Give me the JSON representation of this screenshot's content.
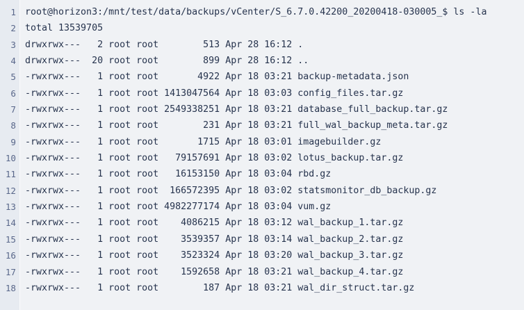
{
  "terminal": {
    "colors": {
      "background": "#f0f2f5",
      "gutter_background": "#e7ebf1",
      "text": "#26334d",
      "line_number": "#59678a",
      "gutter_border": "#fafbfc"
    },
    "prompt": {
      "user": "root",
      "host": "horizon3",
      "path": "/mnt/test/data/backups/vCenter/S_6.7.0.42200_20200418-030005_",
      "symbol": "$",
      "command": "ls -la",
      "full_text": "root@horizon3:/mnt/test/data/backups/vCenter/S_6.7.0.42200_20200418-030005_$ ls -la"
    },
    "total_line": "total 13539705",
    "listing": [
      {
        "permissions": "drwxrwx---",
        "links": "2",
        "owner": "root",
        "group": "root",
        "size": "513",
        "date": "Apr 28 16:12",
        "name": "."
      },
      {
        "permissions": "drwxrwx---",
        "links": "20",
        "owner": "root",
        "group": "root",
        "size": "899",
        "date": "Apr 28 16:12",
        "name": ".."
      },
      {
        "permissions": "-rwxrwx---",
        "links": "1",
        "owner": "root",
        "group": "root",
        "size": "4922",
        "date": "Apr 18 03:21",
        "name": "backup-metadata.json"
      },
      {
        "permissions": "-rwxrwx---",
        "links": "1",
        "owner": "root",
        "group": "root",
        "size": "1413047564",
        "date": "Apr 18 03:03",
        "name": "config_files.tar.gz"
      },
      {
        "permissions": "-rwxrwx---",
        "links": "1",
        "owner": "root",
        "group": "root",
        "size": "2549338251",
        "date": "Apr 18 03:21",
        "name": "database_full_backup.tar.gz"
      },
      {
        "permissions": "-rwxrwx---",
        "links": "1",
        "owner": "root",
        "group": "root",
        "size": "231",
        "date": "Apr 18 03:21",
        "name": "full_wal_backup_meta.tar.gz"
      },
      {
        "permissions": "-rwxrwx---",
        "links": "1",
        "owner": "root",
        "group": "root",
        "size": "1715",
        "date": "Apr 18 03:01",
        "name": "imagebuilder.gz"
      },
      {
        "permissions": "-rwxrwx---",
        "links": "1",
        "owner": "root",
        "group": "root",
        "size": "79157691",
        "date": "Apr 18 03:02",
        "name": "lotus_backup.tar.gz"
      },
      {
        "permissions": "-rwxrwx---",
        "links": "1",
        "owner": "root",
        "group": "root",
        "size": "16153150",
        "date": "Apr 18 03:04",
        "name": "rbd.gz"
      },
      {
        "permissions": "-rwxrwx---",
        "links": "1",
        "owner": "root",
        "group": "root",
        "size": "166572395",
        "date": "Apr 18 03:02",
        "name": "statsmonitor_db_backup.gz"
      },
      {
        "permissions": "-rwxrwx---",
        "links": "1",
        "owner": "root",
        "group": "root",
        "size": "4982277174",
        "date": "Apr 18 03:04",
        "name": "vum.gz"
      },
      {
        "permissions": "-rwxrwx---",
        "links": "1",
        "owner": "root",
        "group": "root",
        "size": "4086215",
        "date": "Apr 18 03:12",
        "name": "wal_backup_1.tar.gz"
      },
      {
        "permissions": "-rwxrwx---",
        "links": "1",
        "owner": "root",
        "group": "root",
        "size": "3539357",
        "date": "Apr 18 03:14",
        "name": "wal_backup_2.tar.gz"
      },
      {
        "permissions": "-rwxrwx---",
        "links": "1",
        "owner": "root",
        "group": "root",
        "size": "3523324",
        "date": "Apr 18 03:20",
        "name": "wal_backup_3.tar.gz"
      },
      {
        "permissions": "-rwxrwx---",
        "links": "1",
        "owner": "root",
        "group": "root",
        "size": "1592658",
        "date": "Apr 18 03:21",
        "name": "wal_backup_4.tar.gz"
      },
      {
        "permissions": "-rwxrwx---",
        "links": "1",
        "owner": "root",
        "group": "root",
        "size": "187",
        "date": "Apr 18 03:21",
        "name": "wal_dir_struct.tar.gz"
      }
    ]
  }
}
